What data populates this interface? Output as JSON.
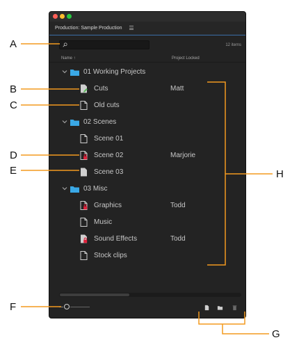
{
  "panel": {
    "title": "Production: Sample Production",
    "items_count": "12 items",
    "search": {
      "value": "",
      "placeholder": ""
    },
    "columns": {
      "name": "Name ↑",
      "locked": "Project Locked"
    }
  },
  "rows": [
    {
      "type": "folder",
      "label": "01 Working Projects",
      "locked": ""
    },
    {
      "type": "file",
      "label": "Cuts",
      "locked": "Matt",
      "state": "editing"
    },
    {
      "type": "file",
      "label": "Old cuts",
      "locked": "",
      "state": "closed"
    },
    {
      "type": "folder",
      "label": "02 Scenes",
      "locked": ""
    },
    {
      "type": "file",
      "label": "Scene 01",
      "locked": "",
      "state": "closed"
    },
    {
      "type": "file",
      "label": "Scene 02",
      "locked": "Marjorie",
      "state": "locked"
    },
    {
      "type": "file",
      "label": "Scene 03",
      "locked": "",
      "state": "open"
    },
    {
      "type": "folder",
      "label": "03 Misc",
      "locked": ""
    },
    {
      "type": "file",
      "label": "Graphics",
      "locked": "Todd",
      "state": "locked"
    },
    {
      "type": "file",
      "label": "Music",
      "locked": "",
      "state": "closed"
    },
    {
      "type": "file",
      "label": "Sound Effects",
      "locked": "Todd",
      "state": "locked-open"
    },
    {
      "type": "file",
      "label": "Stock clips",
      "locked": "",
      "state": "closed"
    }
  ],
  "callouts": {
    "A": "A",
    "B": "B",
    "C": "C",
    "D": "D",
    "E": "E",
    "F": "F",
    "G": "G",
    "H": "H"
  },
  "icons": {
    "folder": "folder-icon",
    "file": "project-file-icon",
    "lock": "lock-badge-icon",
    "pencil": "pencil-badge-icon",
    "new_item": "new-item-icon",
    "new_bin": "new-bin-icon",
    "delete": "trash-icon"
  },
  "colors": {
    "panel_bg": "#232323",
    "folder": "#3aa8e6",
    "lock": "#e0213a",
    "edit": "#5cb85c",
    "callout_line": "#f39a1f"
  }
}
